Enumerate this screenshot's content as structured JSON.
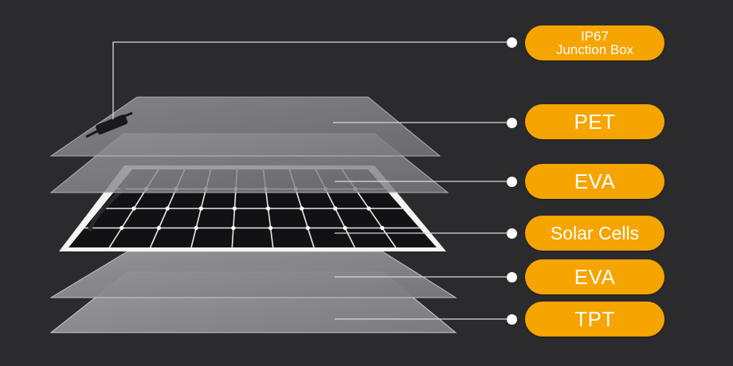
{
  "layers": [
    {
      "id": "junction-box",
      "label_lines": [
        "IP67",
        "Junction Box"
      ]
    },
    {
      "id": "pet",
      "label_lines": [
        "PET"
      ]
    },
    {
      "id": "eva-top",
      "label_lines": [
        "EVA"
      ]
    },
    {
      "id": "solar-cells",
      "label_lines": [
        "Solar Cells"
      ]
    },
    {
      "id": "eva-bottom",
      "label_lines": [
        "EVA"
      ]
    },
    {
      "id": "tpt",
      "label_lines": [
        "TPT"
      ]
    }
  ],
  "colors": {
    "background": "#2b2b2d",
    "label_fill": "#f5a400",
    "label_text": "#ffffff",
    "sheet_fill": "#8a8a8c",
    "cell_fill": "#141416",
    "connector": "#d8d8d8"
  }
}
